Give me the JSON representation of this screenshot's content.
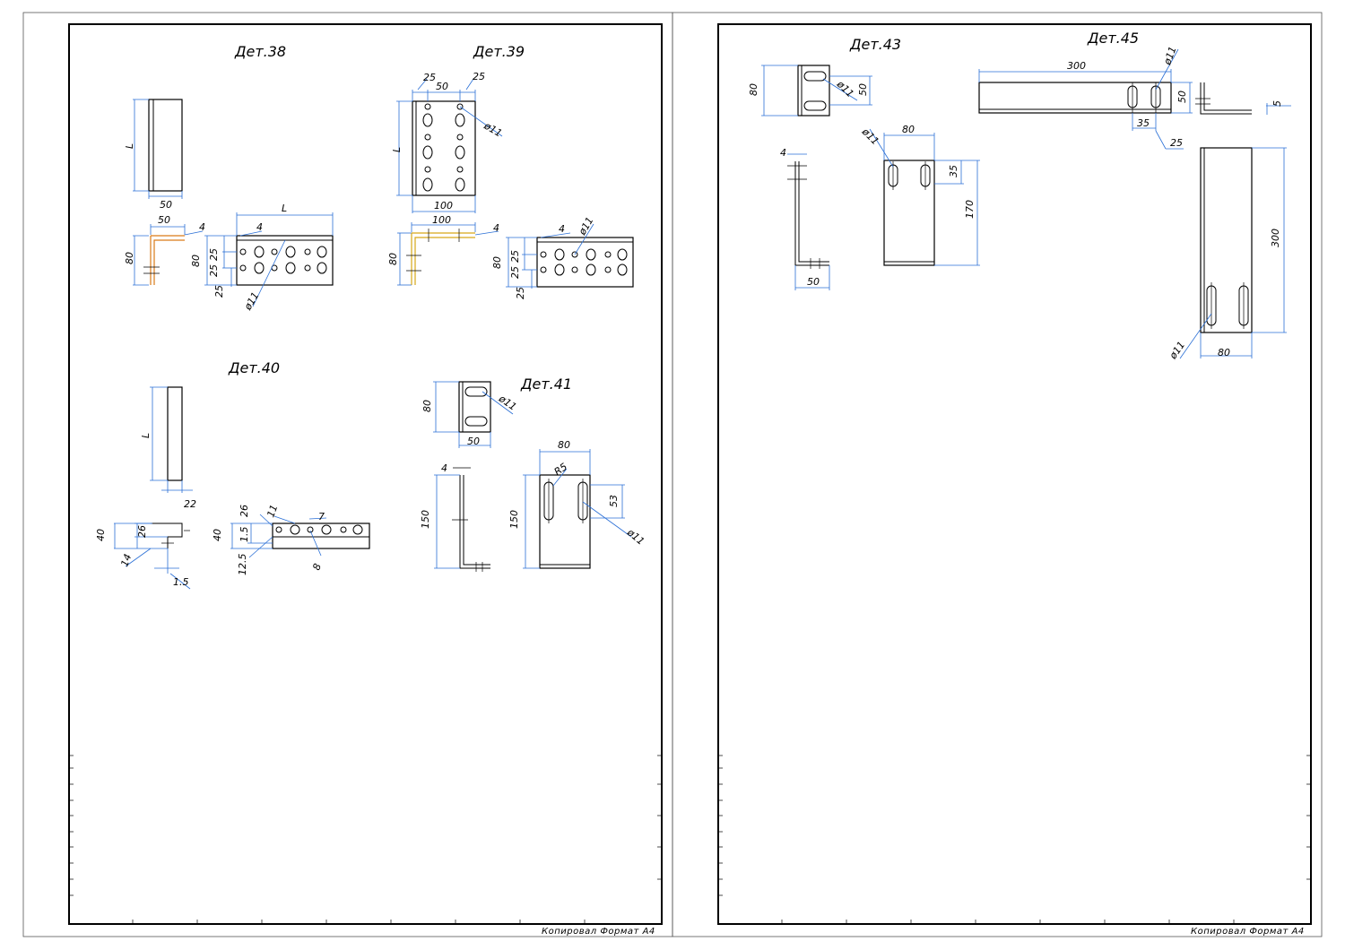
{
  "sheets": [
    {
      "stamp": "Копировал Формат А4",
      "parts": [
        {
          "title": "Дет.38",
          "dims": [
            "L",
            "50",
            "50",
            "4",
            "80",
            "80",
            "25",
            "25",
            "25",
            "L",
            "4",
            "ø11"
          ]
        },
        {
          "title": "Дет.39",
          "dims": [
            "25",
            "50",
            "25",
            "ø11",
            "L",
            "100",
            "100",
            "4",
            "80",
            "80",
            "25",
            "25",
            "25",
            "4",
            "ø11"
          ]
        },
        {
          "title": "Дет.40",
          "dims": [
            "L",
            "22",
            "40",
            "26",
            "14",
            "1.5",
            "40",
            "26",
            "11",
            "7",
            "1.5",
            "12.5",
            "8"
          ]
        },
        {
          "title": "Дет.41",
          "dims": [
            "80",
            "ø11",
            "50",
            "4",
            "150",
            "80",
            "R5",
            "150",
            "53",
            "ø11"
          ]
        }
      ]
    },
    {
      "stamp": "Копировал Формат А4",
      "parts": [
        {
          "title": "Дет.43",
          "dims": [
            "80",
            "ø11",
            "50",
            "4",
            "50",
            "ø11",
            "80",
            "35",
            "170"
          ]
        },
        {
          "title": "Дет.45",
          "dims": [
            "300",
            "ø11",
            "50",
            "35",
            "25",
            "5",
            "300",
            "ø11",
            "80"
          ]
        }
      ]
    }
  ]
}
